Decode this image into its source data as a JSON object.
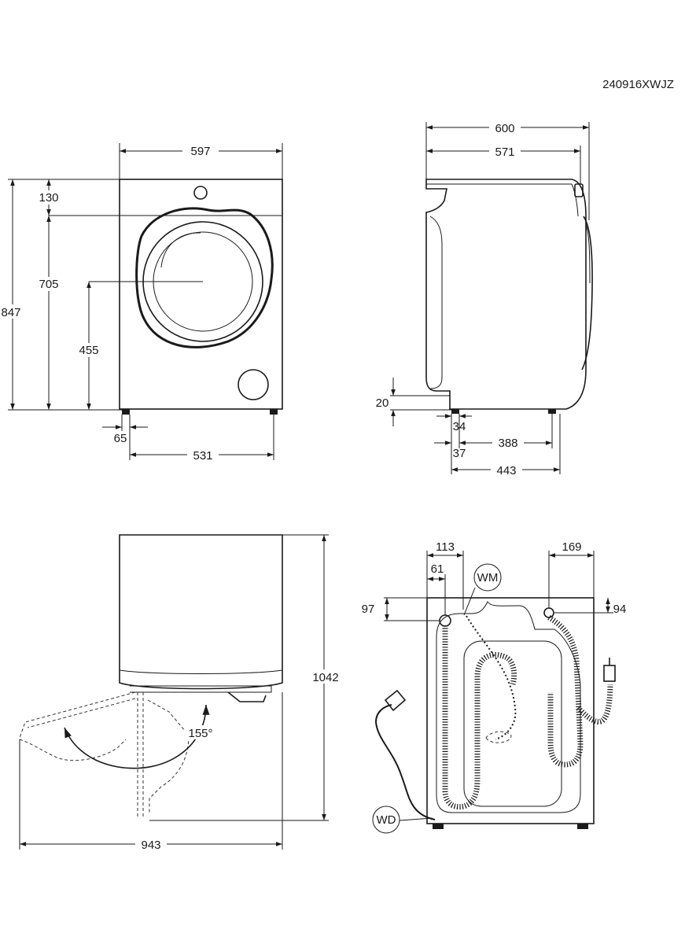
{
  "doc": {
    "code": "240916XWJZ"
  },
  "front_view": {
    "width": "597",
    "height_total": "847",
    "top_panel": "130",
    "door_center": "705",
    "door_bottom": "455",
    "foot_inset": "65",
    "foot_span": "531"
  },
  "side_view": {
    "depth_total": "600",
    "depth_body": "571",
    "foot_height": "20",
    "foot_front": "34",
    "foot_offset": "37",
    "foot_span": "388",
    "foot_total": "443"
  },
  "door_view": {
    "height_open": "1042",
    "width_open": "943",
    "angle": "155°"
  },
  "back_view": {
    "inlet_x": "113",
    "inlet_offset": "61",
    "outlet_x": "169",
    "inlet_y": "97",
    "outlet_y": "94",
    "label_inlet": "WM",
    "label_drain": "WD"
  }
}
